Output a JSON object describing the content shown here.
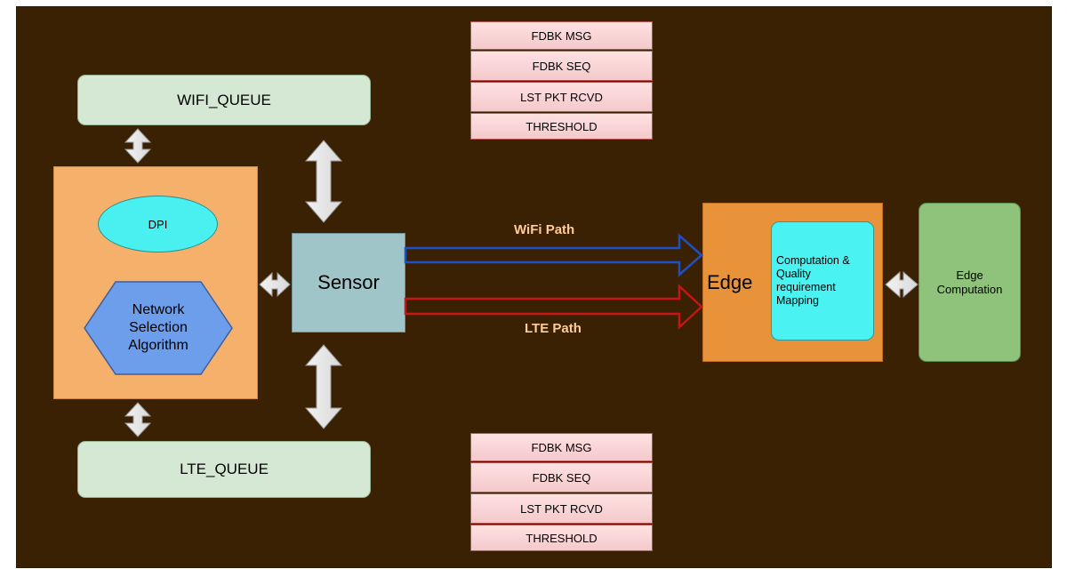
{
  "queues": {
    "wifi": "WIFI_QUEUE",
    "lte": "LTE_QUEUE"
  },
  "top_fields": [
    "FDBK MSG",
    "FDBK SEQ",
    "LST PKT RCVD",
    "THRESHOLD"
  ],
  "bottom_fields": [
    "FDBK MSG",
    "FDBK SEQ",
    "LST PKT RCVD",
    "THRESHOLD"
  ],
  "dpi": "DPI",
  "network_selection": "Network Selection Algorithm",
  "sensor": "Sensor",
  "paths": {
    "wifi": "WiFi Path",
    "lte": "LTE Path"
  },
  "edge": "Edge",
  "mapping": "Computation & Quality requirement Mapping",
  "edge_computation": "Edge Computation",
  "colors": {
    "background": "#3a2104",
    "wifi_path": "#1f4fc4",
    "lte_path": "#c81414"
  }
}
